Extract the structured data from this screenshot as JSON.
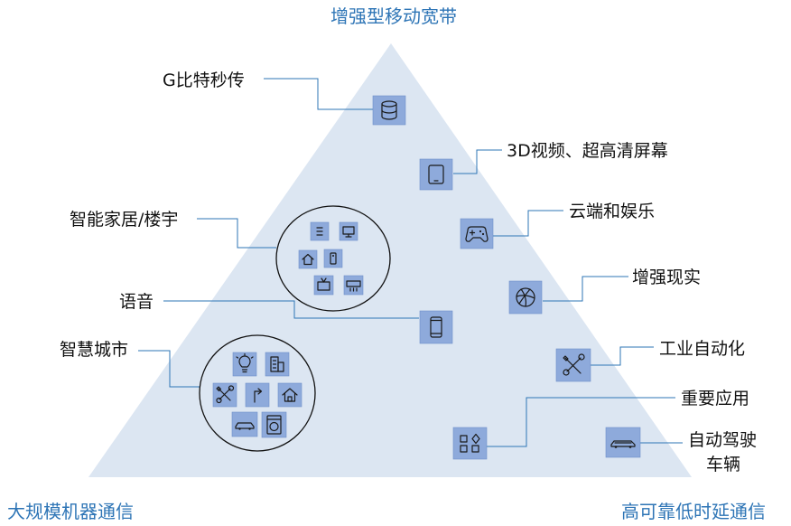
{
  "corners": {
    "top": "增强型移动宽带",
    "bottom_left": "大规模机器通信",
    "bottom_right": "高可靠低时延通信"
  },
  "labels": {
    "gbps": "G比特秒传",
    "video": "3D视频、超高清屏幕",
    "cloud": "云端和娱乐",
    "ar": "增强现实",
    "smart_home": "智能家居/楼宇",
    "voice": "语音",
    "industry": "工业自动化",
    "smart_city": "智慧城市",
    "mission_critical": "重要应用",
    "self_driving_line1": "自动驾驶",
    "self_driving_line2": "车辆"
  },
  "colors": {
    "triangle": "#DCE6F2",
    "accent": "#2E75B6",
    "tile": "#8EAADB"
  }
}
